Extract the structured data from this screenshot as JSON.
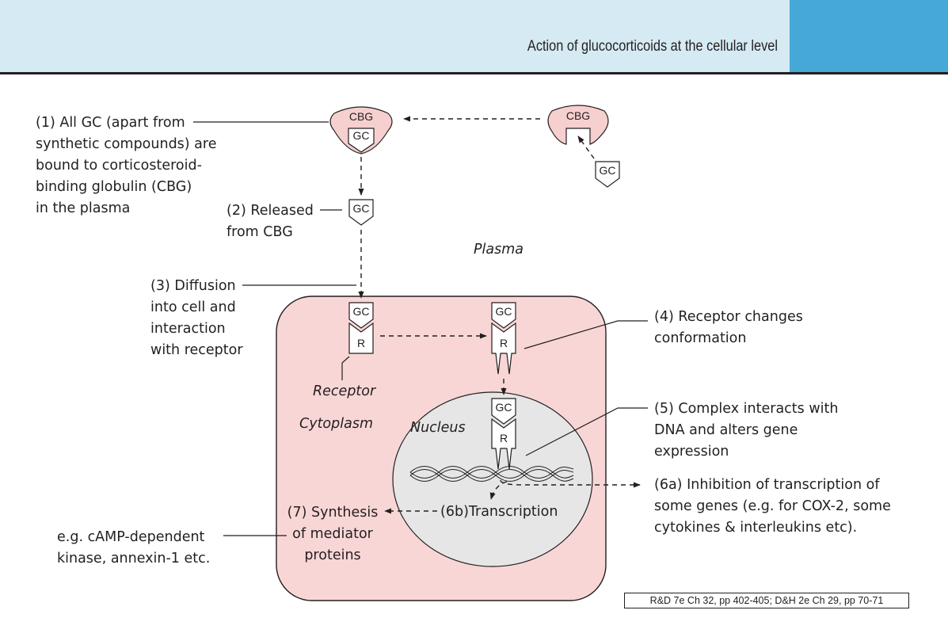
{
  "header": {
    "title": "Action of glucocorticoids at the cellular level",
    "colors": {
      "band": "#d6eaf4",
      "accent": "#45a8d6"
    }
  },
  "labels": {
    "cbg": "CBG",
    "gc": "GC",
    "r": "R"
  },
  "step1": [
    "(1) All GC (apart from",
    "synthetic compounds) are",
    "bound to corticosteroid-",
    "binding globulin (CBG)",
    "in the plasma"
  ],
  "step2": [
    "(2) Released",
    "from CBG"
  ],
  "step3": [
    "(3) Diffusion",
    "into cell and",
    "interaction",
    "with receptor"
  ],
  "step4": [
    "(4) Receptor changes",
    "conformation"
  ],
  "step5": [
    "(5) Complex interacts with",
    "DNA and alters gene",
    "expression"
  ],
  "step6a": [
    "(6a) Inhibition of transcription of",
    "some genes (e.g. for COX-2, some",
    "cytokines & interleukins etc)."
  ],
  "step6b": "(6b)Transcription",
  "step7": [
    "(7) Synthesis",
    "of mediator",
    "proteins"
  ],
  "example": [
    "e.g. cAMP-dependent",
    "kinase, annexin-1 etc."
  ],
  "regions": {
    "plasma": "Plasma",
    "cytoplasm": "Cytoplasm",
    "nucleus": "Nucleus",
    "receptor": "Receptor"
  },
  "colors": {
    "cell": "#f9d6d6",
    "nucleus": "#e6e6e6",
    "cbg_fill": "#f6cfcf"
  },
  "reference": "R&D 7e Ch 32, pp 402-405; D&H 2e Ch 29, pp 70-71"
}
